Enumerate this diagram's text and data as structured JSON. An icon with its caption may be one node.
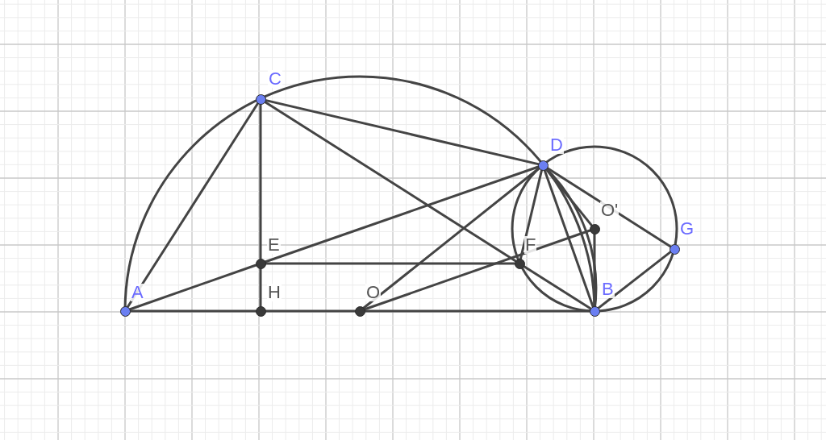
{
  "diagram": {
    "nodes": [
      {
        "text": [
          "C"
        ]
      },
      {
        "text": [
          "D"
        ]
      },
      {
        "text": [
          "O'"
        ]
      },
      {
        "text": [
          "G"
        ]
      },
      {
        "text": [
          "E"
        ]
      },
      {
        "text": [
          "F"
        ]
      },
      {
        "text": [
          "A"
        ]
      },
      {
        "text": [
          "H"
        ]
      },
      {
        "text": [
          "O"
        ]
      },
      {
        "text": [
          "B"
        ]
      }
    ],
    "edges": [
      {
        "from": 6,
        "to": 7,
        "arrow": "none"
      },
      {
        "from": 7,
        "to": 8,
        "arrow": "none"
      },
      {
        "from": 8,
        "to": 9,
        "arrow": "none"
      },
      {
        "from": 6,
        "to": 0,
        "arrow": "none"
      },
      {
        "from": 0,
        "to": 4,
        "arrow": "none"
      },
      {
        "from": 4,
        "to": 7,
        "arrow": "none"
      },
      {
        "from": 0,
        "to": 1,
        "arrow": "none"
      },
      {
        "from": 0,
        "to": 5,
        "arrow": "none"
      },
      {
        "from": 5,
        "to": 9,
        "arrow": "none"
      },
      {
        "from": 6,
        "to": 4,
        "arrow": "none"
      },
      {
        "from": 4,
        "to": 1,
        "arrow": "none"
      },
      {
        "from": 4,
        "to": 5,
        "arrow": "none"
      },
      {
        "from": 8,
        "to": 1,
        "arrow": "none"
      },
      {
        "from": 8,
        "to": 2,
        "arrow": "none"
      },
      {
        "from": 1,
        "to": 5,
        "arrow": "none"
      },
      {
        "from": 1,
        "to": 9,
        "arrow": "none"
      },
      {
        "from": 1,
        "to": 2,
        "arrow": "none"
      },
      {
        "from": 1,
        "to": 3,
        "arrow": "none"
      },
      {
        "from": 2,
        "to": 9,
        "arrow": "none"
      },
      {
        "from": 9,
        "to": 3,
        "arrow": "none"
      }
    ]
  }
}
